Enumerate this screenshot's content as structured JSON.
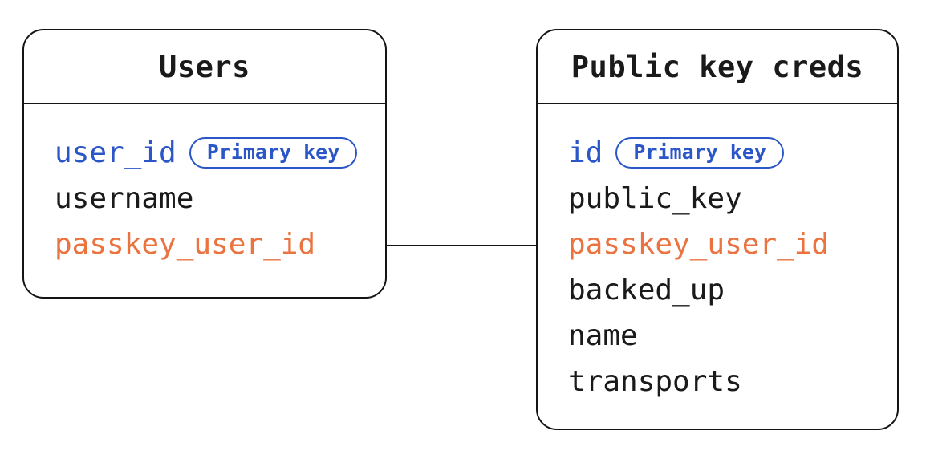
{
  "page": {
    "background": "#ffffff"
  },
  "colors": {
    "stroke": "#141414",
    "ink": "#1a1a1a",
    "primary_key_blue": "#2b56c8",
    "shared_field_orange": "#ea7340"
  },
  "diagram": {
    "tables": [
      {
        "title": "Users",
        "fields": [
          {
            "name": "user_id",
            "role": "primary",
            "badge": "Primary key"
          },
          {
            "name": "username",
            "role": "normal"
          },
          {
            "name": "passkey_user_id",
            "role": "shared"
          }
        ]
      },
      {
        "title": "Public key creds",
        "fields": [
          {
            "name": "id",
            "role": "primary",
            "badge": "Primary key"
          },
          {
            "name": "public_key",
            "role": "normal"
          },
          {
            "name": "passkey_user_id",
            "role": "shared"
          },
          {
            "name": "backed_up",
            "role": "normal"
          },
          {
            "name": "name",
            "role": "normal"
          },
          {
            "name": "transports",
            "role": "normal"
          }
        ]
      }
    ],
    "connector": {
      "from_table": "Users",
      "from_field": "passkey_user_id",
      "to_table": "Public key creds",
      "to_field": "passkey_user_id"
    }
  }
}
